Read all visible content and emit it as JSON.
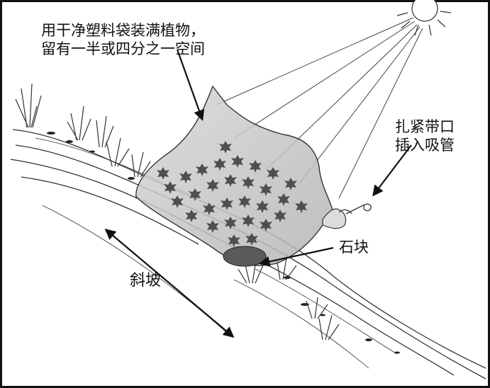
{
  "labels": {
    "instruction": {
      "line1": "用干净塑料袋装满植物，",
      "line2": "留有一半或四分之一空间"
    },
    "tie_and_straw": {
      "line1": "扎紧带口",
      "line2": "插入吸管"
    },
    "stone": "石块",
    "slope": "斜坡"
  },
  "icons": [
    "sun-icon",
    "plastic-bag",
    "leaves",
    "grass-tufts",
    "straw",
    "arrow-icon"
  ],
  "colors": {
    "line": "#222222",
    "bag_fill": "#c9c9c9",
    "leaf_fill": "#555555",
    "stone_fill": "#5a5a5a",
    "background": "#ffffff"
  }
}
